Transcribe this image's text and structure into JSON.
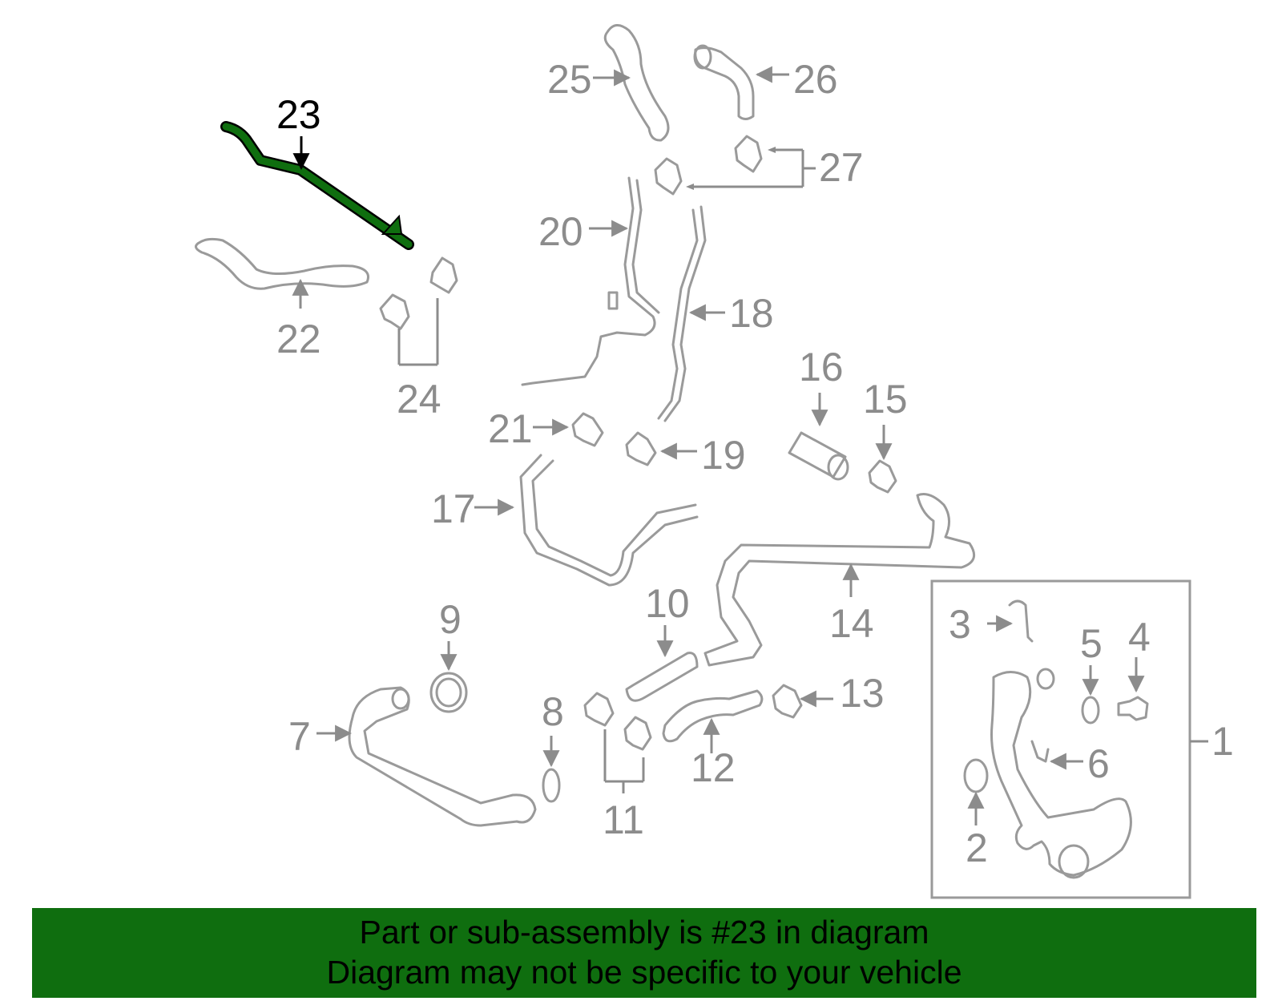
{
  "diagram": {
    "highlight_part": "23",
    "highlight_color": "#0f6e0f",
    "callouts": [
      "1",
      "2",
      "3",
      "4",
      "5",
      "6",
      "7",
      "8",
      "9",
      "10",
      "11",
      "12",
      "13",
      "14",
      "15",
      "16",
      "17",
      "18",
      "19",
      "20",
      "21",
      "22",
      "23",
      "24",
      "25",
      "26",
      "27"
    ]
  },
  "banner": {
    "line1": "Part or sub-assembly is #23 in diagram",
    "line2": "Diagram may not be specific to your vehicle",
    "bg_color": "#0f6e0f"
  }
}
